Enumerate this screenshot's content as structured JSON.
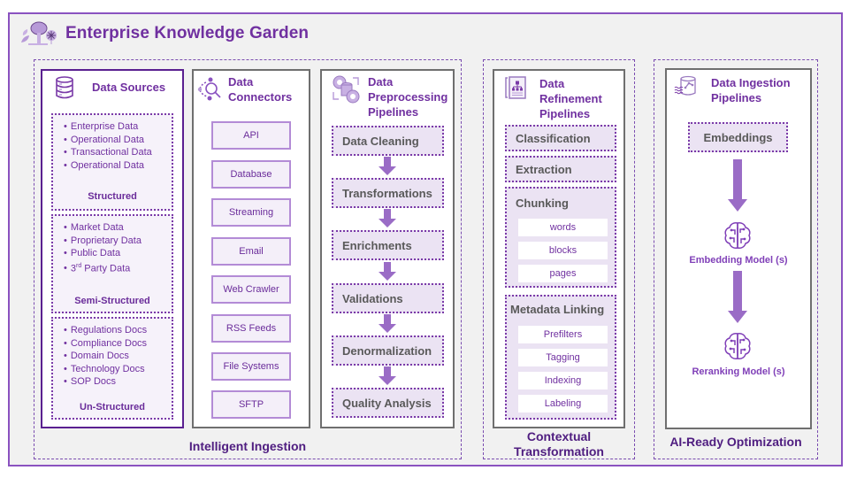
{
  "title": "Enterprise Knowledge Garden",
  "groups": {
    "ingestion": {
      "label": "Intelligent Ingestion"
    },
    "contextual": {
      "label_line1": "Contextual",
      "label_line2": "Transformation"
    },
    "ai_ready": {
      "label": "AI-Ready Optimization"
    }
  },
  "data_sources": {
    "title": "Data Sources",
    "structured": {
      "items": [
        "Enterprise Data",
        "Operational Data",
        "Transactional Data",
        "Operational Data"
      ],
      "label": "Structured"
    },
    "semi_structured": {
      "items": [
        "Market Data",
        "Proprietary Data",
        "Public Data",
        "Party Data"
      ],
      "third_prefix": "3",
      "third_sup": "rd",
      "label": "Semi-Structured"
    },
    "unstructured": {
      "items": [
        "Regulations Docs",
        "Compliance Docs",
        "Domain Docs",
        "Technology Docs",
        "SOP Docs"
      ],
      "label": "Un-Structured"
    }
  },
  "connectors": {
    "title_line1": "Data",
    "title_line2": "Connectors",
    "items": [
      "API",
      "Database",
      "Streaming",
      "Email",
      "Web Crawler",
      "RSS Feeds",
      "File Systems",
      "SFTP"
    ]
  },
  "preprocessing": {
    "title_line1": "Data",
    "title_line2": "Preprocessing",
    "title_line3": "Pipelines",
    "steps": [
      "Data Cleaning",
      "Transformations",
      "Enrichments",
      "Validations",
      "Denormalization",
      "Quality Analysis"
    ]
  },
  "refinement": {
    "title_line1": "Data",
    "title_line2": "Refinement",
    "title_line3": "Pipelines",
    "classification": "Classification",
    "extraction": "Extraction",
    "chunking": {
      "label": "Chunking",
      "items": [
        "words",
        "blocks",
        "pages"
      ]
    },
    "metadata": {
      "label": "Metadata Linking",
      "items": [
        "Prefilters",
        "Tagging",
        "Indexing",
        "Labeling"
      ]
    }
  },
  "ingestion_pipelines": {
    "title_line1": "Data Ingestion",
    "title_line2": "Pipelines",
    "embeddings": "Embeddings",
    "embedding_model": "Embedding Model (s)",
    "reranking_model": "Reranking Model (s)"
  },
  "colors": {
    "brand_purple": "#7030a0",
    "frame_border": "#8a52c0",
    "arrow": "#9a6cc6",
    "step_fill": "#ebe3f3"
  }
}
